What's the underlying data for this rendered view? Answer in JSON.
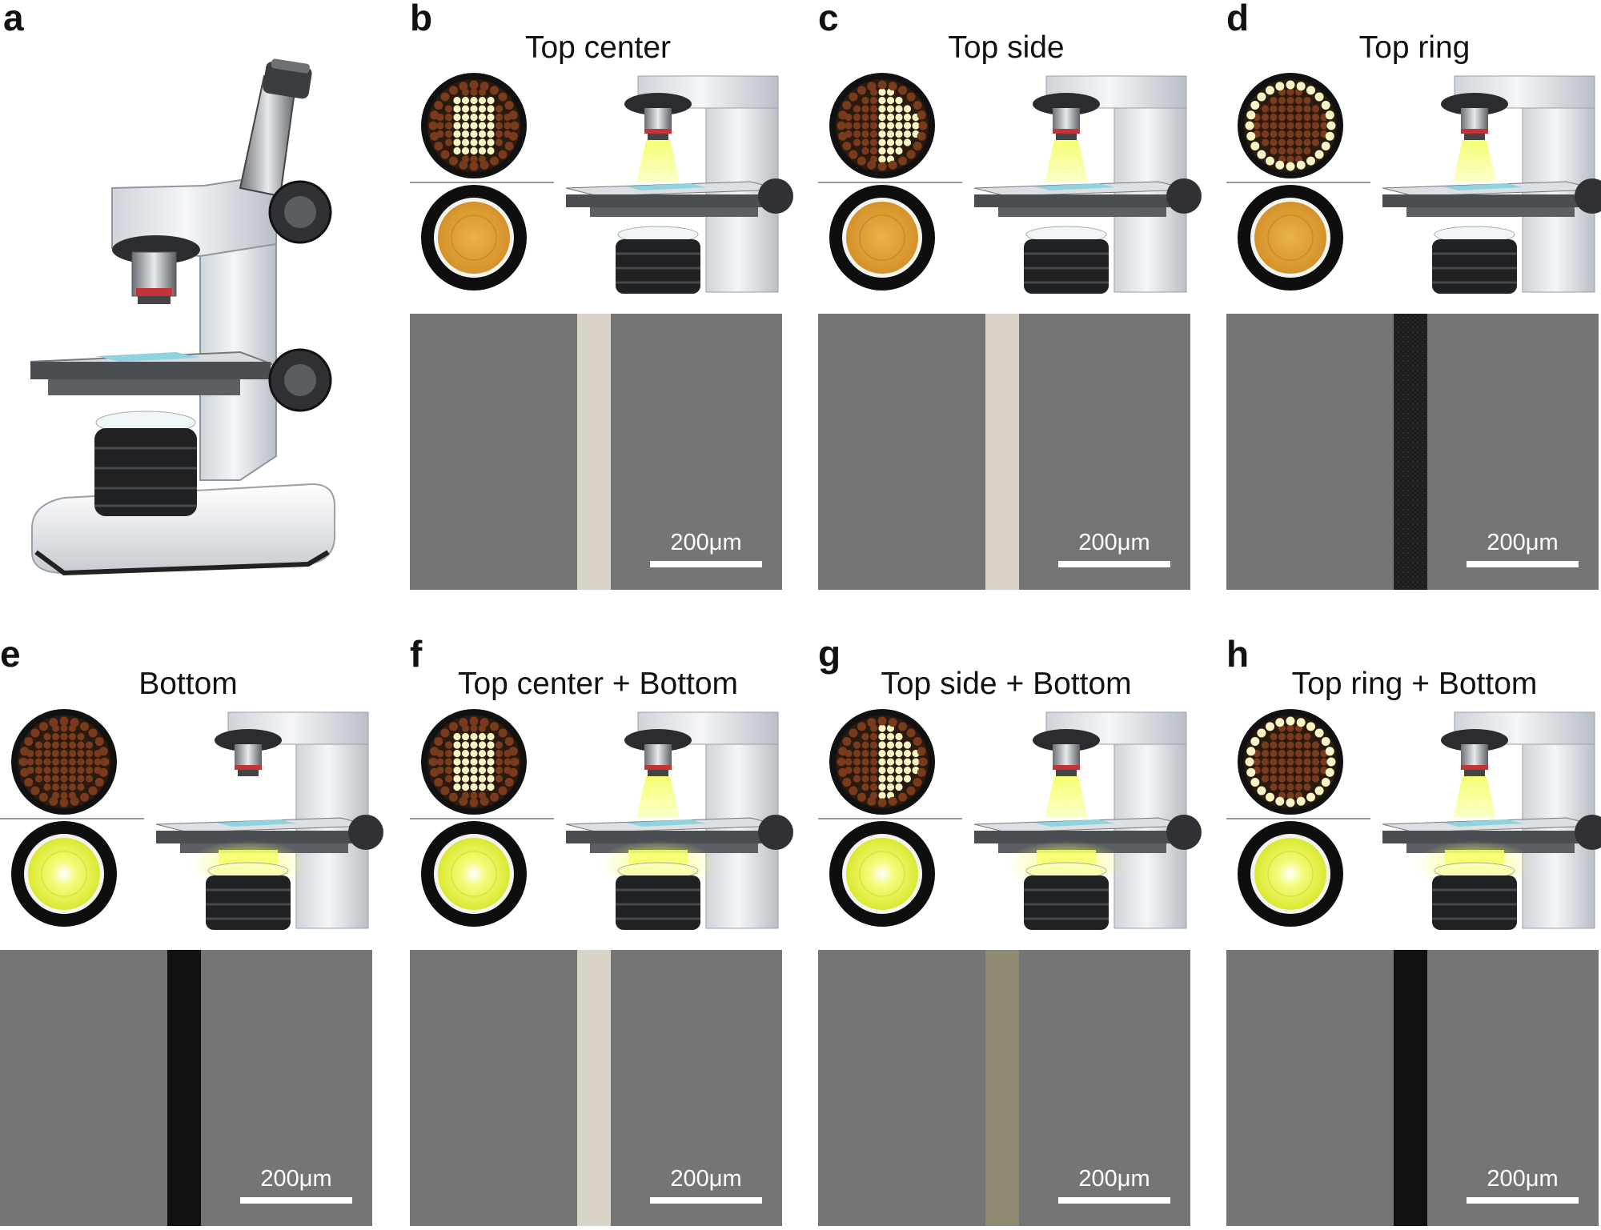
{
  "panels": [
    {
      "letter": "a"
    },
    {
      "letter": "b",
      "title": "Top center",
      "scale_label": "200μm",
      "top": "center",
      "bottom": false,
      "stripe": "bright"
    },
    {
      "letter": "c",
      "title": "Top side",
      "scale_label": "200μm",
      "top": "side",
      "bottom": false,
      "stripe": "bright"
    },
    {
      "letter": "d",
      "title": "Top ring",
      "scale_label": "200μm",
      "top": "ring",
      "bottom": false,
      "stripe": "dark"
    },
    {
      "letter": "e",
      "title": "Bottom",
      "scale_label": "200μm",
      "top": "off",
      "bottom": true,
      "stripe": "black"
    },
    {
      "letter": "f",
      "title": "Top center + Bottom",
      "scale_label": "200μm",
      "top": "center",
      "bottom": true,
      "stripe": "bright"
    },
    {
      "letter": "g",
      "title": "Top side + Bottom",
      "scale_label": "200μm",
      "top": "side",
      "bottom": true,
      "stripe": "olive"
    },
    {
      "letter": "h",
      "title": "Top ring + Bottom",
      "scale_label": "200μm",
      "top": "ring",
      "bottom": true,
      "stripe": "black"
    }
  ],
  "colors": {
    "micrograph_bg": "#757575",
    "led_on": "#f6f6c4",
    "led_off": "#7a3a1c",
    "bottom_off": "#e3a93a",
    "bottom_on": "#f2fa52",
    "light_beam": "#f4ff6a"
  }
}
